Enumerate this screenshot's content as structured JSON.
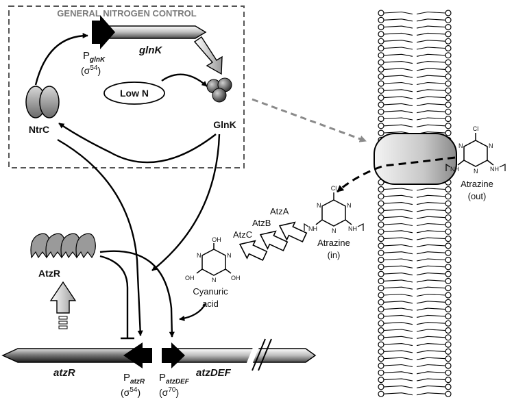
{
  "box_title": "GENERAL NITROGEN CONTROL",
  "genes": {
    "glnK": "glnK",
    "atzR": "atzR",
    "atzDEF": "atzDEF"
  },
  "promoters": {
    "glnK": {
      "p": "P",
      "sub": "glnK",
      "sigma_open": "(",
      "sigma": "σ",
      "sigma_num": "54",
      "sigma_close": ")"
    },
    "atzR": {
      "p": "P",
      "sub": "atzR",
      "sigma_open": "(",
      "sigma": "σ",
      "sigma_num": "54",
      "sigma_close": ")"
    },
    "atzDEF": {
      "p": "P",
      "sub": "atzDEF",
      "sigma_open": "(",
      "sigma": "σ",
      "sigma_num": "70",
      "sigma_close": ")"
    }
  },
  "labels": {
    "low_n": "Low N",
    "ntrc": "NtrC",
    "glnk_protein": "GlnK",
    "atzr_protein": "AtzR",
    "atza": "AtzA",
    "atzb": "AtzB",
    "atzc": "AtzC",
    "atrazine_in_1": "Atrazine",
    "atrazine_in_2": "(in)",
    "atrazine_out_1": "Atrazine",
    "atrazine_out_2": "(out)",
    "cyanuric_1": "Cyanuric",
    "cyanuric_2": "acid"
  },
  "chem": {
    "cl": "Cl",
    "n": "N",
    "nh": "NH",
    "oh": "OH"
  }
}
